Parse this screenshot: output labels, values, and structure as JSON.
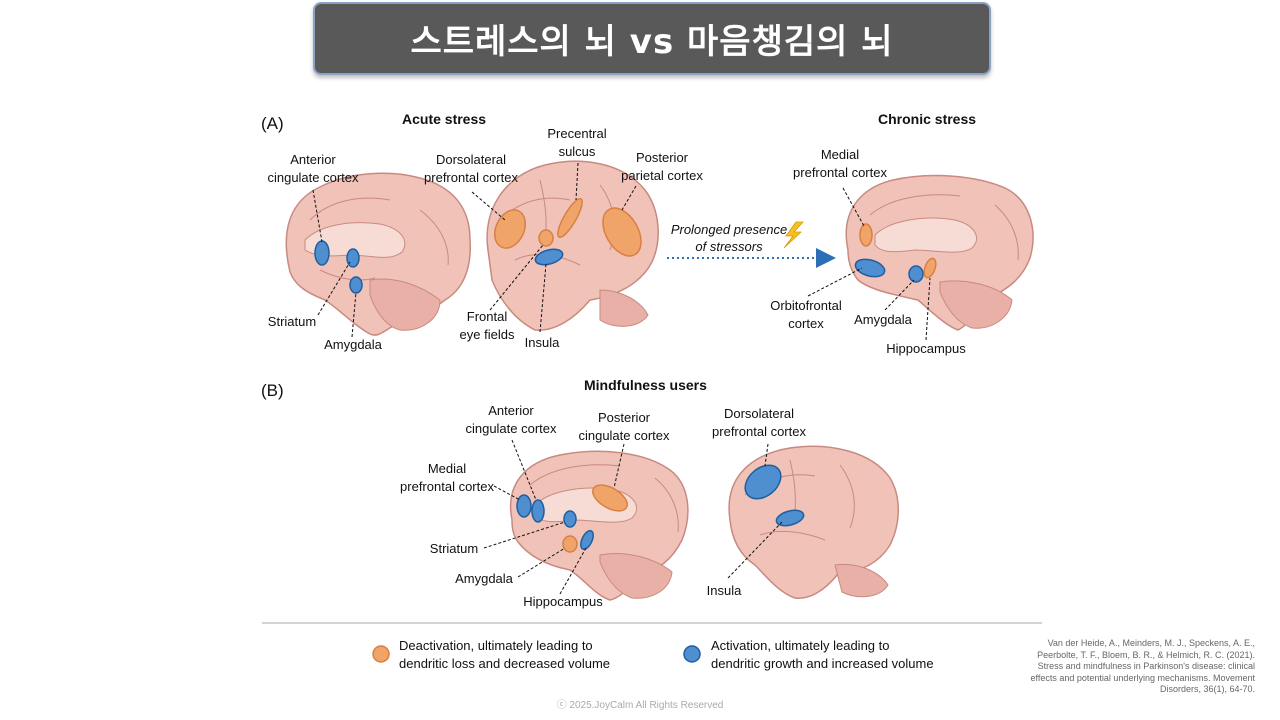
{
  "title": "스트레스의 뇌 vs 마음챙김의 뇌",
  "panel_a": {
    "letter": "(A)",
    "acute_title": "Acute stress",
    "chronic_title": "Chronic stress",
    "labels": {
      "anterior_cingulate": "Anterior\ncingulate cortex",
      "striatum": "Striatum",
      "amygdala": "Amygdala",
      "dorsolateral": "Dorsolateral\nprefrontal cortex",
      "precentral": "Precentral\nsulcus",
      "posterior_parietal": "Posterior\nparietal cortex",
      "frontal_eye": "Frontal\neye fields",
      "insula": "Insula",
      "medial_prefrontal": "Medial\nprefrontal cortex",
      "orbitofrontal": "Orbitofrontal\ncortex",
      "amygdala_chronic": "Amygdala",
      "hippocampus_chronic": "Hippocampus"
    },
    "arrow_text": "Prolonged presence\nof stressors"
  },
  "panel_b": {
    "letter": "(B)",
    "title": "Mindfulness users",
    "labels": {
      "anterior_cingulate": "Anterior\ncingulate cortex",
      "posterior_cingulate": "Posterior\ncingulate cortex",
      "medial_prefrontal": "Medial\nprefrontal cortex",
      "striatum": "Striatum",
      "amygdala": "Amygdala",
      "hippocampus": "Hippocampus",
      "dorsolateral": "Dorsolateral\nprefrontal cortex",
      "insula": "Insula"
    }
  },
  "legend": {
    "deactivation": "Deactivation, ultimately leading to\ndendritic loss and decreased volume",
    "activation": "Activation, ultimately leading to\ndendritic growth and increased volume"
  },
  "citation": {
    "line1": "Van der Heide, A., Meinders, M. J., Speckens, A. E.,",
    "line2": "Peerbolte, T. F., Bloem, B. R., & Helmich, R. C. (2021).",
    "line3": "Stress and mindfulness in Parkinson's disease: clinical",
    "line4": "effects and potential underlying mechanisms. Movement",
    "line5": "Disorders, 36(1), 64-70."
  },
  "footer": "ⓒ 2025.JoyCalm All Rights Reserved",
  "colors": {
    "orange": "#f0a46a",
    "orange_stroke": "#d98040",
    "blue": "#4f8fd0",
    "blue_stroke": "#1f5f9f",
    "brain": "#f0c2b8",
    "brain_stroke": "#c88a80",
    "arrow": "#2a6fb8"
  }
}
